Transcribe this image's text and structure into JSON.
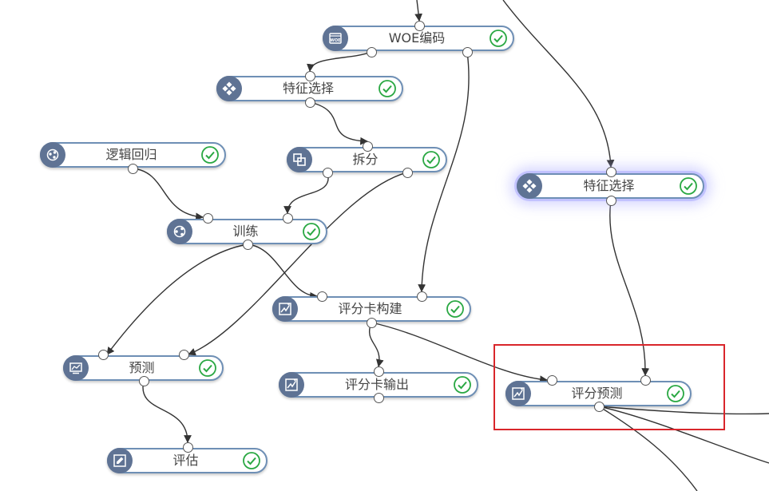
{
  "nodes": [
    {
      "id": "woe",
      "label": "WOE编码",
      "icon": "woe-icon",
      "status": "success"
    },
    {
      "id": "fs1",
      "label": "特征选择",
      "icon": "feature-select-icon",
      "status": "success"
    },
    {
      "id": "lr",
      "label": "逻辑回归",
      "icon": "logistic-regression-icon",
      "status": "success"
    },
    {
      "id": "split",
      "label": "拆分",
      "icon": "split-icon",
      "status": "success"
    },
    {
      "id": "fs2",
      "label": "特征选择",
      "icon": "feature-select-icon",
      "status": "success",
      "selected": true
    },
    {
      "id": "train",
      "label": "训练",
      "icon": "train-icon",
      "status": "success"
    },
    {
      "id": "sc_build",
      "label": "评分卡构建",
      "icon": "scorecard-icon",
      "status": "success"
    },
    {
      "id": "predict",
      "label": "预测",
      "icon": "predict-icon",
      "status": "success"
    },
    {
      "id": "sc_out",
      "label": "评分卡输出",
      "icon": "scorecard-icon",
      "status": "success"
    },
    {
      "id": "score_pred",
      "label": "评分预测",
      "icon": "scorecard-icon",
      "status": "success",
      "highlighted": true
    },
    {
      "id": "eval",
      "label": "评估",
      "icon": "evaluate-icon",
      "status": "success"
    }
  ],
  "edges": [
    {
      "from": "offscreen-top",
      "to": "woe.in"
    },
    {
      "from": "offscreen-top",
      "to": "fs2.in"
    },
    {
      "from": "woe.out1",
      "to": "fs1.in"
    },
    {
      "from": "woe.out2",
      "to": "sc_build.in2"
    },
    {
      "from": "fs1.out",
      "to": "split.in"
    },
    {
      "from": "lr.out",
      "to": "train.in1"
    },
    {
      "from": "split.out1",
      "to": "train.in2"
    },
    {
      "from": "split.out2",
      "to": "predict.in2"
    },
    {
      "from": "train.out",
      "to": "predict.in1"
    },
    {
      "from": "train.out",
      "to": "sc_build.in1"
    },
    {
      "from": "sc_build.out",
      "to": "sc_out.in"
    },
    {
      "from": "sc_build.out",
      "to": "score_pred.in1"
    },
    {
      "from": "fs2.out",
      "to": "score_pred.in2"
    },
    {
      "from": "predict.out",
      "to": "eval.in"
    },
    {
      "from": "score_pred.out",
      "to": "offscreen-right"
    },
    {
      "from": "score_pred.out",
      "to": "offscreen-right"
    },
    {
      "from": "score_pred.out",
      "to": "offscreen-bottom"
    }
  ],
  "colors": {
    "node_border": "#6e8fb5",
    "icon_bg": "#5f7394",
    "check": "#2aa843",
    "edge": "#333333",
    "highlight_box": "#d9262b",
    "selected_glow": "#b4b4ff"
  }
}
